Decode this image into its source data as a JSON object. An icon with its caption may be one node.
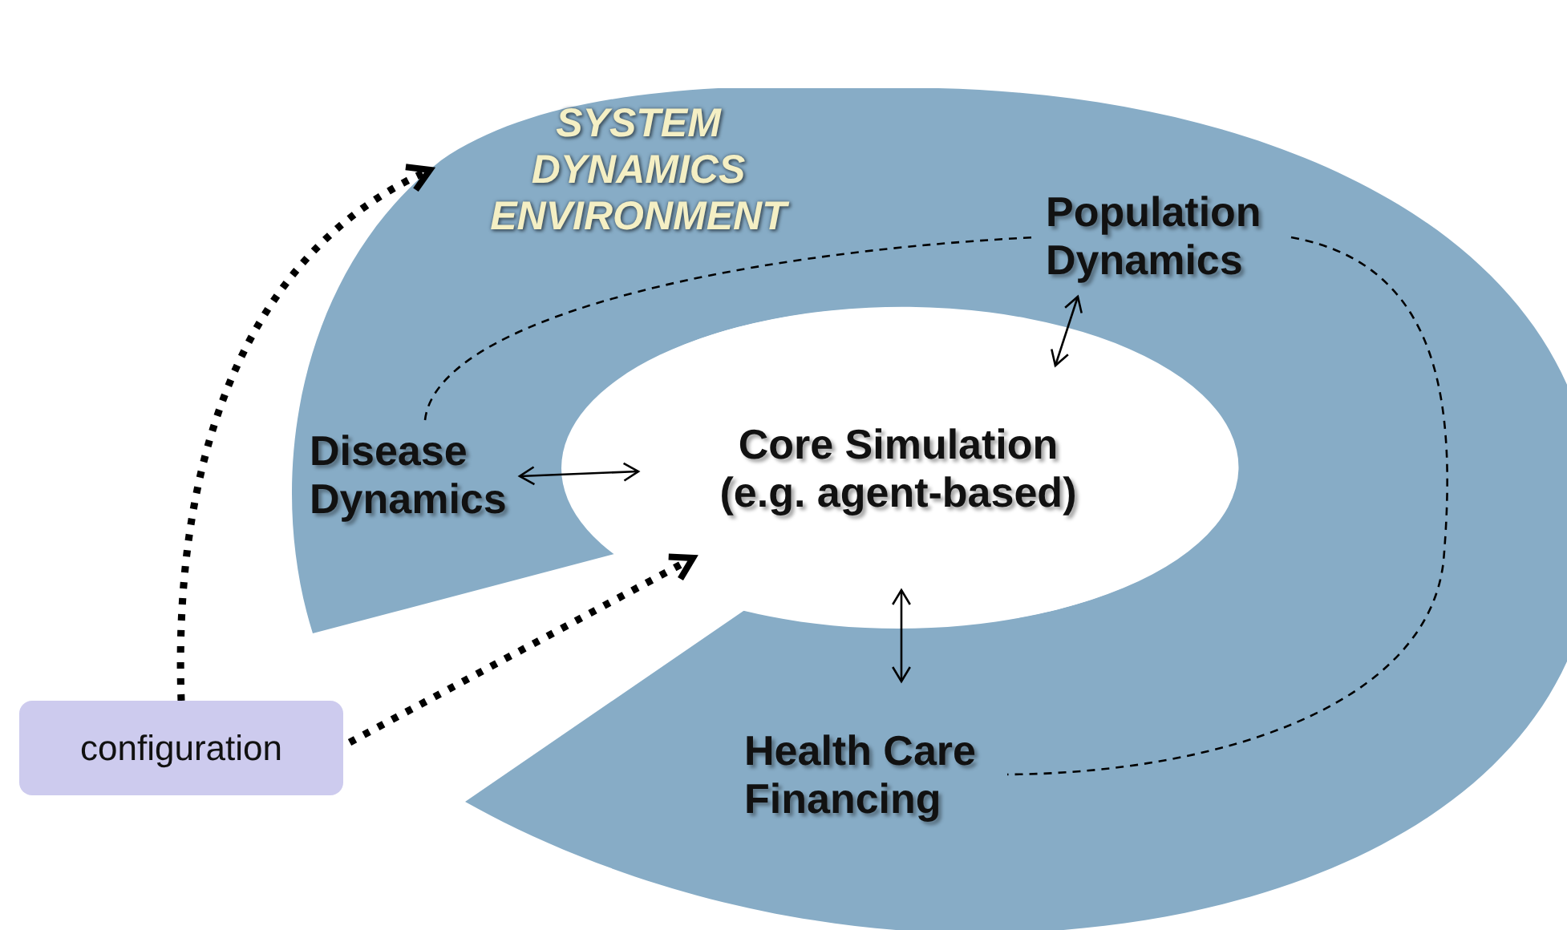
{
  "diagram": {
    "nodes": [
      {
        "text": [
          "SYSTEM DYNAMICS ENVIRONMENT"
        ]
      },
      {
        "text": [
          "Population Dynamics"
        ],
        "in": 0
      },
      {
        "text": [
          "Disease Dynamics"
        ],
        "in": 0
      },
      {
        "text": [
          "Core Simulation (e.g. agent-based)"
        ],
        "in": 0
      },
      {
        "text": [
          "Health Care Financing"
        ],
        "in": 0
      },
      {
        "text": [
          "configuration"
        ]
      }
    ],
    "edges": [
      {
        "from": 2,
        "to": 3,
        "arrow": "both"
      },
      {
        "from": 1,
        "to": 3,
        "arrow": "both"
      },
      {
        "from": 3,
        "to": 4,
        "arrow": "both"
      },
      {
        "from": 2,
        "to": 1,
        "arrow": "none",
        "style": "dashed"
      },
      {
        "from": 1,
        "to": 4,
        "arrow": "none",
        "style": "dashed"
      },
      {
        "from": 5,
        "to": 0,
        "arrow": "to",
        "style": "dashed"
      },
      {
        "from": 5,
        "to": 3,
        "arrow": "to",
        "style": "dashed"
      }
    ]
  }
}
